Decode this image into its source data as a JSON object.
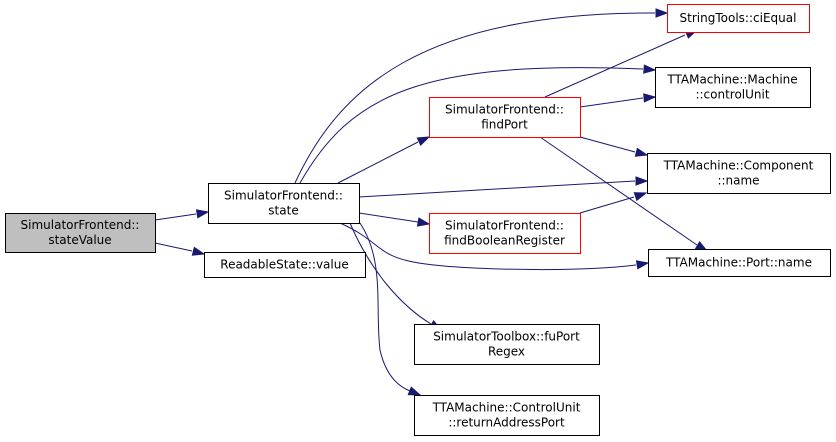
{
  "colors": {
    "edge": "#191970",
    "node_border": "#000000",
    "node_border_highlight": "#ff0000",
    "node_fill": "#ffffff",
    "root_fill": "#bfbfbf"
  },
  "nodes": {
    "state_value": {
      "lines": [
        "SimulatorFrontend::",
        "stateValue"
      ]
    },
    "state": {
      "lines": [
        "SimulatorFrontend::",
        "state"
      ]
    },
    "readable_value": {
      "lines": [
        "ReadableState::value"
      ]
    },
    "find_port": {
      "lines": [
        "SimulatorFrontend::",
        "findPort"
      ]
    },
    "find_boolean_register": {
      "lines": [
        "SimulatorFrontend::",
        "findBooleanRegister"
      ]
    },
    "ci_equal": {
      "lines": [
        "StringTools::ciEqual"
      ]
    },
    "control_unit": {
      "lines": [
        "TTAMachine::Machine",
        "::controlUnit"
      ]
    },
    "component_name": {
      "lines": [
        "TTAMachine::Component",
        "::name"
      ]
    },
    "port_name": {
      "lines": [
        "TTAMachine::Port::name"
      ]
    },
    "fu_port_regex": {
      "lines": [
        "SimulatorToolbox::fuPort",
        "Regex"
      ]
    },
    "return_address_port": {
      "lines": [
        "TTAMachine::ControlUnit",
        "::returnAddressPort"
      ]
    }
  }
}
